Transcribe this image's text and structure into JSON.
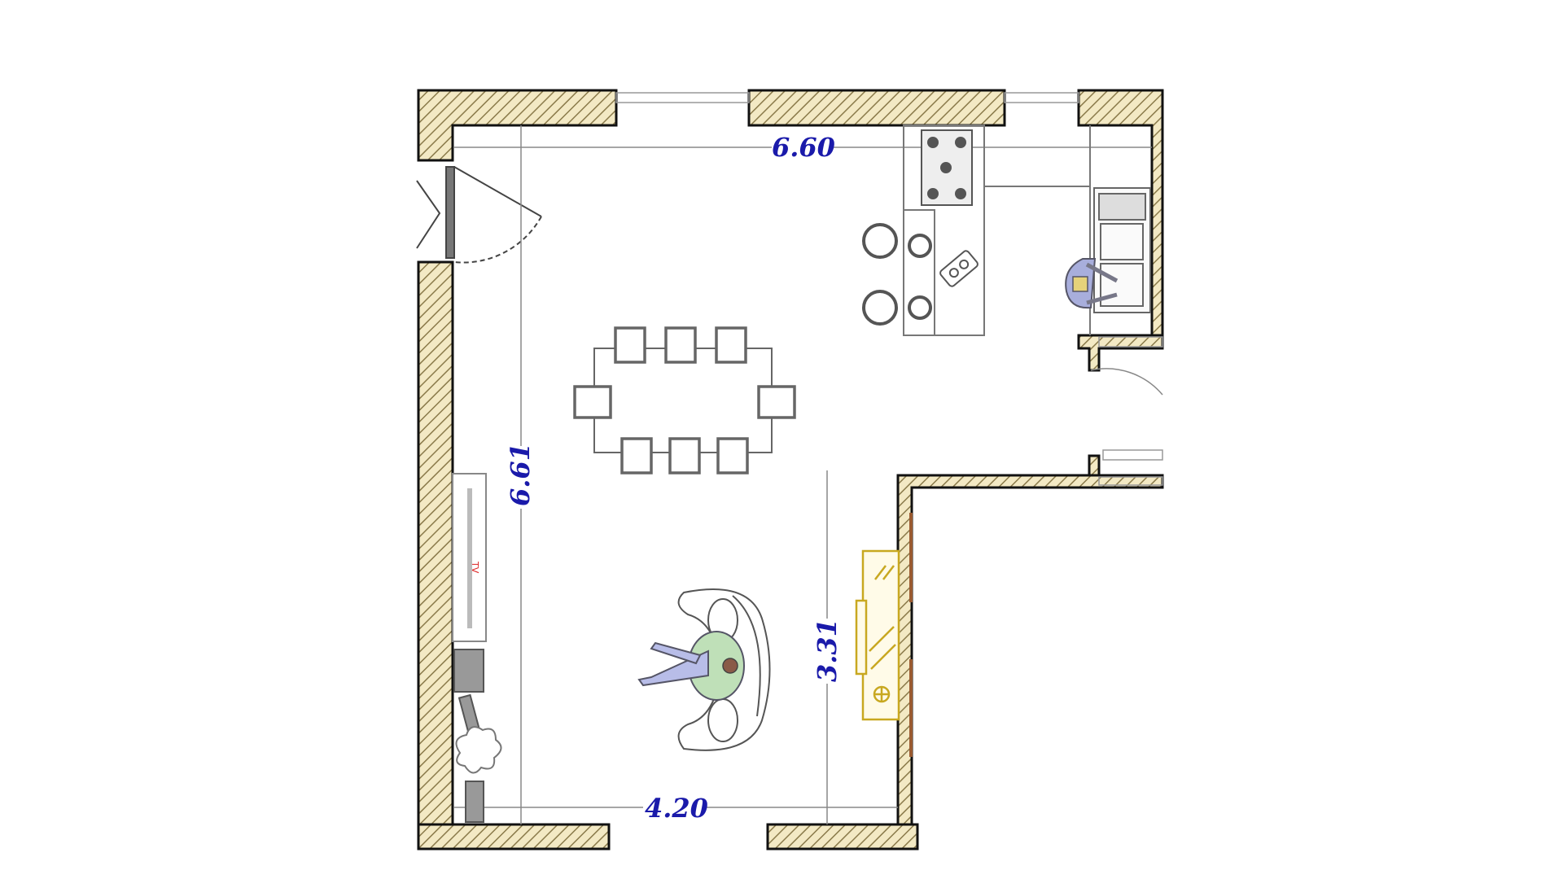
{
  "plan": {
    "dimensions": {
      "top_width": "6.60",
      "left_height": "6.61",
      "bottom_width": "4.20",
      "right_height": "3.31"
    },
    "tv_label": "TV"
  },
  "colors": {
    "wall_fill": "#f3e9c4",
    "wall_hatch": "#8a7a4a",
    "dimension_text": "#1a1aaa",
    "furniture_line": "#555555",
    "fireplace": "#c8a820",
    "person_green": "#bfe0b8",
    "person_blue": "#b8bde8"
  }
}
